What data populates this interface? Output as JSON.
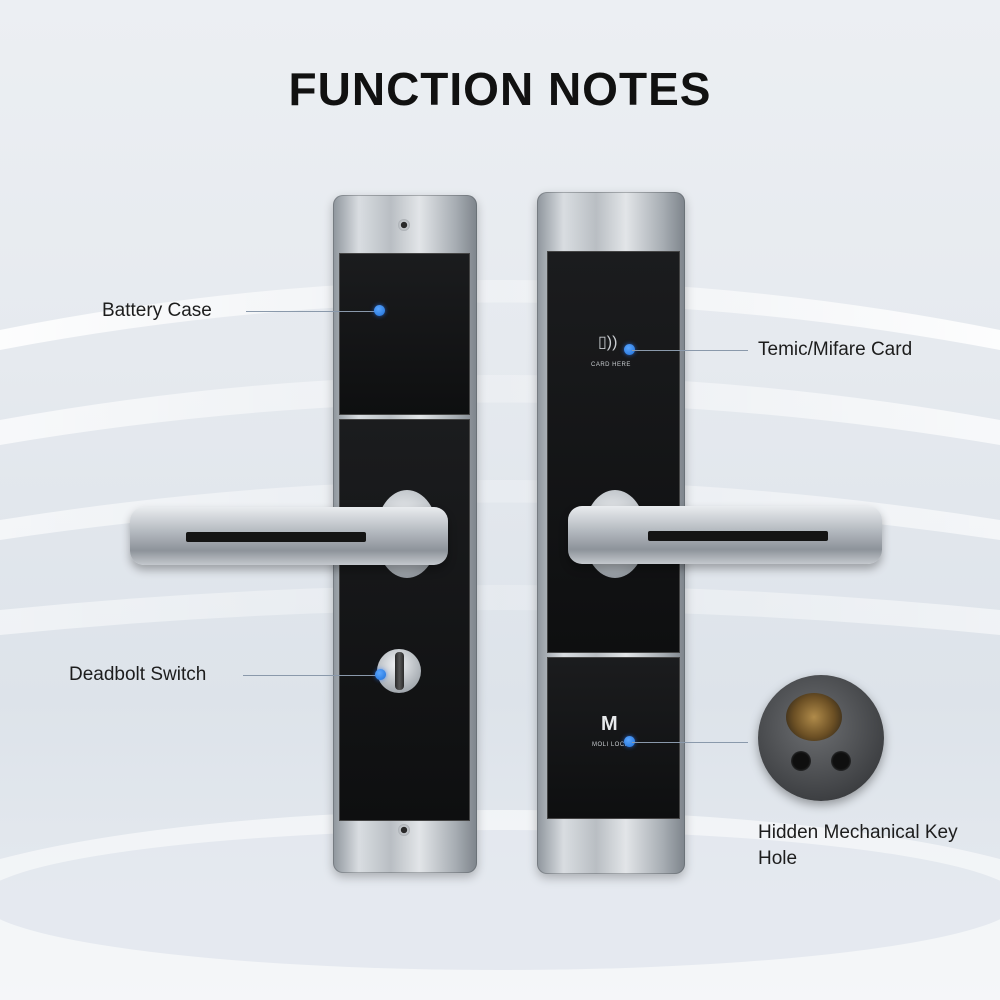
{
  "title": "FUNCTION NOTES",
  "labels": {
    "battery_case": "Battery Case",
    "deadbolt_switch": "Deadbolt Switch",
    "card": "Temic/Mifare Card",
    "key_hole": "Hidden Mechanical Key Hole"
  },
  "card_panel_text": "CARD HERE",
  "logo_text": "MOLI LOCK",
  "logo_mark": "M",
  "colors": {
    "accent_dot": "#1f6fd6",
    "panel_black": "#111213",
    "brushed_steel": "#b9bec3"
  },
  "icons": {
    "card_icon": "contactless-card-icon",
    "logo_icon": "moli-lock-logo-icon"
  }
}
